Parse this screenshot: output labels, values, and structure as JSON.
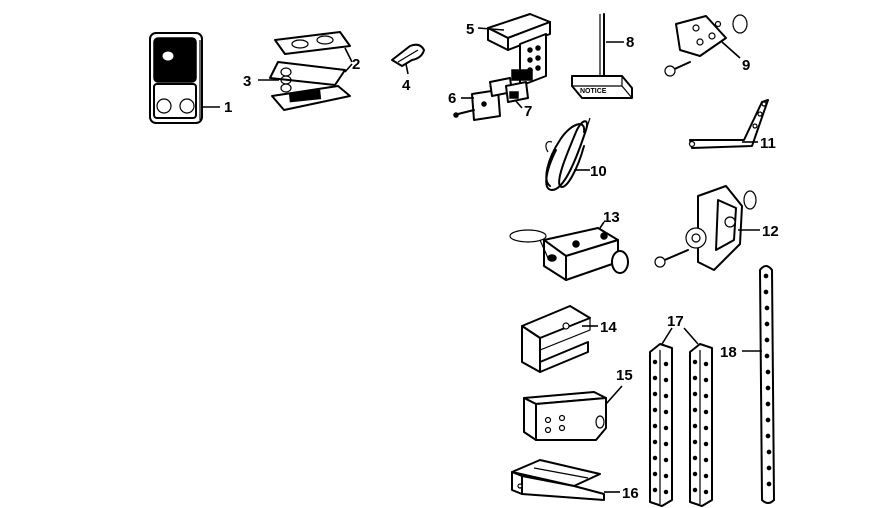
{
  "diagram": {
    "callouts": [
      {
        "id": "1",
        "label": "1"
      },
      {
        "id": "2",
        "label": "2"
      },
      {
        "id": "3",
        "label": "3"
      },
      {
        "id": "4",
        "label": "4"
      },
      {
        "id": "5",
        "label": "5"
      },
      {
        "id": "6",
        "label": "6"
      },
      {
        "id": "7",
        "label": "7"
      },
      {
        "id": "8",
        "label": "8"
      },
      {
        "id": "9",
        "label": "9"
      },
      {
        "id": "10",
        "label": "10"
      },
      {
        "id": "11",
        "label": "11"
      },
      {
        "id": "12",
        "label": "12"
      },
      {
        "id": "13",
        "label": "13"
      },
      {
        "id": "14",
        "label": "14"
      },
      {
        "id": "15",
        "label": "15"
      },
      {
        "id": "16",
        "label": "16"
      },
      {
        "id": "17",
        "label": "17"
      },
      {
        "id": "18",
        "label": "18"
      }
    ],
    "notice_label": "NOTICE"
  }
}
